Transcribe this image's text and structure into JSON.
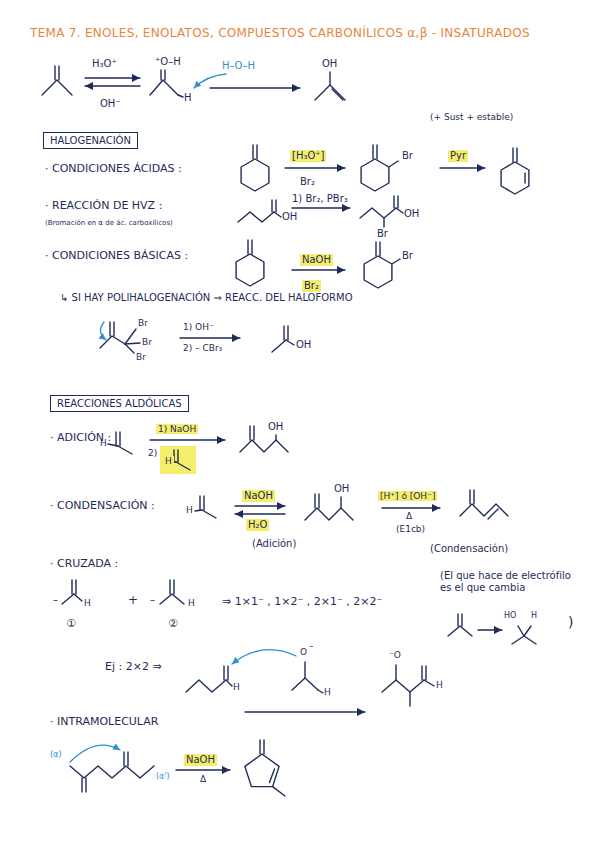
{
  "diagram": {
    "title": "TEMA 7. ENOLES, ENOLATOS, COMPUESTOS CARBONÍLICOS α,β - INSATURADOS",
    "nodes": [
      {
        "text": [
          "HALOGENACIÓN"
        ]
      },
      {
        "text": [
          "REACCIONES ALDÓLICAS"
        ]
      }
    ],
    "labels": [
      "H₃O⁺",
      "OH⁻",
      "⁺O–H",
      "H",
      "H–O–H",
      "OH",
      "(+ Sust + estable)",
      "· CONDICIONES ÁCIDAS :",
      "[H₃O⁺]",
      "Br₂",
      "Br",
      "Pyr",
      "· REACCIÓN DE HVZ :",
      "(Bromación en α de ác. carboxílicos)",
      "OH",
      "1) Br₂, PBr₃",
      "Br",
      "OH",
      "· CONDICIONES BÁSICAS :",
      "NaOH",
      "Br₂",
      "Br",
      "↳ SI HAY POLIHALOGENACIÓN ⇒ REACC. DEL HALOFORMO",
      "Br",
      "Br",
      "Br",
      "1) OH⁻",
      "2) – CBr₃",
      "OH",
      "· ADICIÓN :",
      "H",
      "1) NaOH",
      "2)",
      "H",
      "OH",
      "· CONDENSACIÓN :",
      "H",
      "NaOH",
      "H₂O",
      "(Adición)",
      "OH",
      "[H⁺] ó [OH⁻]",
      "Δ",
      "(E1cb)",
      "(Condensación)",
      "· CRUZADA :",
      "–",
      "H",
      "①",
      "+",
      "–",
      "H",
      "②",
      "⇒ 1×1⁻ , 1×2⁻ , 2×1⁻ , 2×2⁻",
      "(El que hace de electrófilo es el que cambia",
      "HO",
      "H",
      ")",
      "Ej : 2×2 ⇒",
      "H",
      "O",
      "–",
      "H",
      "⁻O",
      "H",
      "· INTRAMOLECULAR",
      "(α)",
      "(α')",
      "NaOH",
      "Δ"
    ]
  }
}
